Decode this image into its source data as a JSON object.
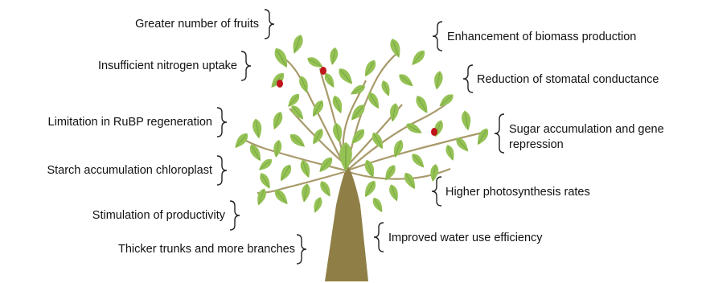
{
  "colors": {
    "leaf": "#95c255",
    "leaf_vein": "#6f9a3c",
    "branch": "#a89a6a",
    "trunk": "#8f7f46",
    "fruit": "#c0151b",
    "text": "#111111",
    "brace": "#222222"
  },
  "left_labels": [
    {
      "text": "Greater number of fruits"
    },
    {
      "text": "Insufficient nitrogen uptake"
    },
    {
      "text": "Limitation in RuBP regeneration"
    },
    {
      "text": "Starch accumulation chloroplast"
    },
    {
      "text": "Stimulation of productivity"
    },
    {
      "text": "Thicker trunks and more branches"
    }
  ],
  "right_labels": [
    {
      "text": "Enhancement of biomass production"
    },
    {
      "text": "Reduction of stomatal conductance"
    },
    {
      "text": "Sugar accumulation and gene repression"
    },
    {
      "text": "Higher photosynthesis rates"
    },
    {
      "text": "Improved water use efficiency"
    }
  ]
}
